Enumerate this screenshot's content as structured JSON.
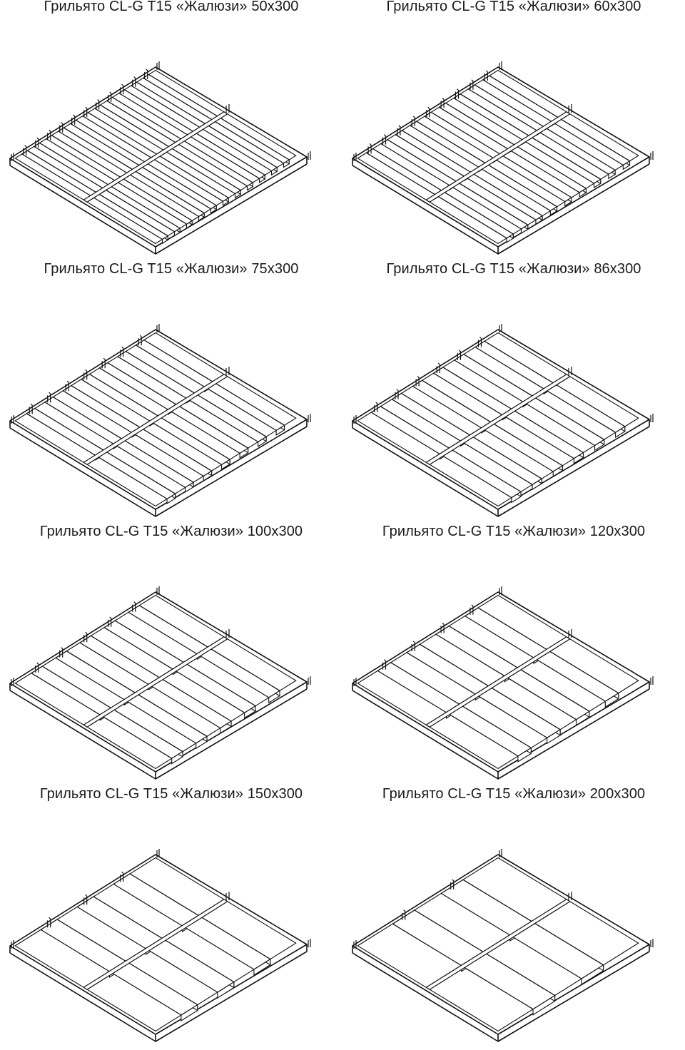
{
  "grilles": [
    {
      "id": "50x300",
      "title": "Грильято CL-G T15 «Жалюзи» 50х300",
      "pitch_mm": 50,
      "length_mm": 300
    },
    {
      "id": "60x300",
      "title": "Грильято CL-G T15 «Жалюзи» 60х300",
      "pitch_mm": 60,
      "length_mm": 300
    },
    {
      "id": "75x300",
      "title": "Грильято CL-G T15 «Жалюзи» 75х300",
      "pitch_mm": 75,
      "length_mm": 300
    },
    {
      "id": "86x300",
      "title": "Грильято CL-G T15 «Жалюзи» 86х300",
      "pitch_mm": 86,
      "length_mm": 300
    },
    {
      "id": "100x300",
      "title": "Грильято CL-G T15 «Жалюзи» 100х300",
      "pitch_mm": 100,
      "length_mm": 300
    },
    {
      "id": "120x300",
      "title": "Грильято CL-G T15 «Жалюзи» 120х300",
      "pitch_mm": 120,
      "length_mm": 300
    },
    {
      "id": "150x300",
      "title": "Грильято CL-G T15 «Жалюзи» 150х300",
      "pitch_mm": 150,
      "length_mm": 300
    },
    {
      "id": "200x300",
      "title": "Грильято CL-G T15 «Жалюзи» 200х300",
      "pitch_mm": 200,
      "length_mm": 300
    }
  ]
}
